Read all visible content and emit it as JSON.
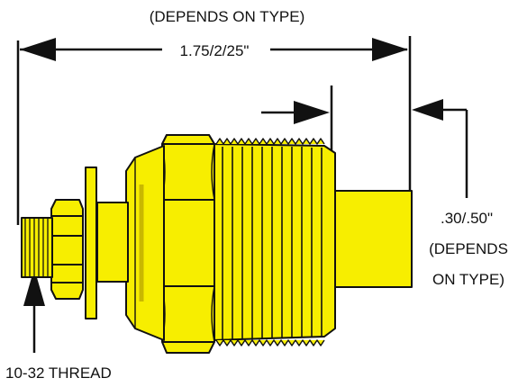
{
  "labels": {
    "top_note": "(DEPENDS ON TYPE)",
    "overall_length": "1.75/2/25\"",
    "probe_length": ".30/.50\"",
    "probe_note_line1": "(DEPENDS",
    "probe_note_line2": "ON TYPE)",
    "thread": "10-32 THREAD"
  },
  "colors": {
    "body": "#f7ee00",
    "outline": "#111111",
    "shade": "#c9b800"
  }
}
